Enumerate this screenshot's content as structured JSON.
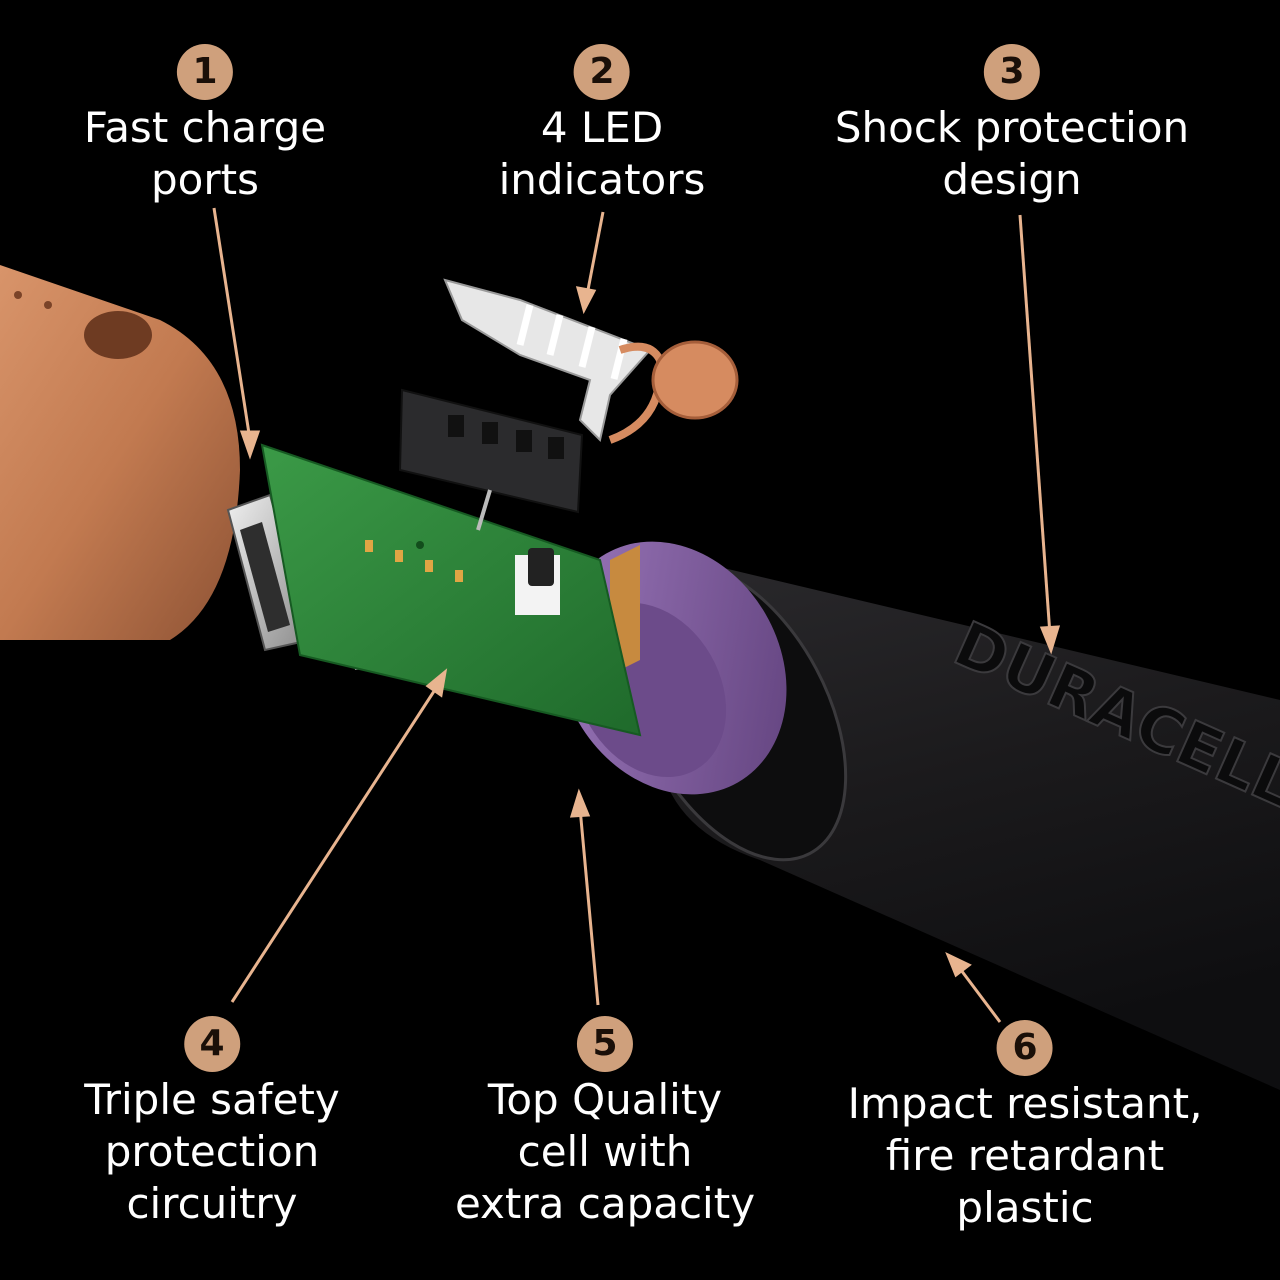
{
  "colors": {
    "background": "#000000",
    "badge": "#cfa07c",
    "leader_line": "#e8b48f",
    "copper": "#c9825a",
    "pcb": "#2f8a3c",
    "cell_purple": "#8a63a8",
    "body_black": "#1c1b1d"
  },
  "callouts": [
    {
      "number": "1",
      "lines": [
        "Fast charge",
        "ports"
      ]
    },
    {
      "number": "2",
      "lines": [
        "4 LED",
        "indicators"
      ]
    },
    {
      "number": "3",
      "lines": [
        "Shock protection",
        "design"
      ]
    },
    {
      "number": "4",
      "lines": [
        "Triple safety",
        "protection",
        "circuitry"
      ]
    },
    {
      "number": "5",
      "lines": [
        "Top Quality",
        "cell with",
        "extra capacity"
      ]
    },
    {
      "number": "6",
      "lines": [
        "Impact resistant,",
        "fire retardant",
        "plastic"
      ]
    }
  ],
  "brand_logo": "DURACELL"
}
